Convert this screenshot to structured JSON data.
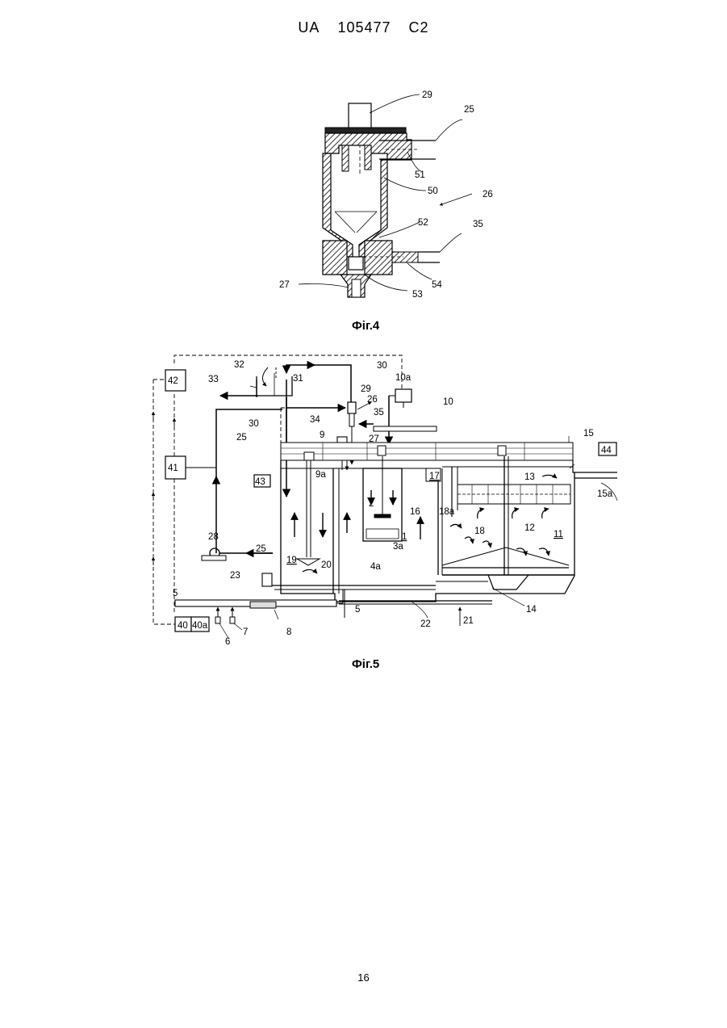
{
  "header": {
    "country": "UA",
    "number": "105477",
    "kind": "C2"
  },
  "fig4": {
    "caption": "Фіг.4",
    "labels": {
      "l29": "29",
      "l25": "25",
      "l51": "51",
      "l50": "50",
      "l26": "26",
      "l52": "52",
      "l35": "35",
      "l54": "54",
      "l27": "27",
      "l53": "53"
    }
  },
  "fig5": {
    "caption": "Фіг.5",
    "labels": {
      "l30a": "30",
      "l32": "32",
      "l31": "31",
      "l33": "33",
      "l42": "42",
      "l10a": "10a",
      "l29": "29",
      "l26": "26",
      "l10": "10",
      "l35": "35",
      "l30b": "30",
      "l34": "34",
      "l25a": "25",
      "l27": "27",
      "l9": "9",
      "l41": "41",
      "l9a": "9a",
      "l15": "15",
      "l44": "44",
      "l43": "43",
      "l17": "17",
      "l13": "13",
      "l15a": "15a",
      "l2": "2",
      "l16": "16",
      "l18a": "18a",
      "l28": "28",
      "l25b": "25",
      "l18": "18",
      "l12": "12",
      "l11": "11",
      "l3a": "3a",
      "l1": "1",
      "l19": "19",
      "l20": "20",
      "l4a": "4a",
      "l23": "23",
      "l5a": "5",
      "l14": "14",
      "l5b": "5",
      "l22": "22",
      "l21": "21",
      "l40": "40",
      "l40a": "40a",
      "l7": "7",
      "l8": "8",
      "l6": "6"
    }
  },
  "page_number": "16"
}
